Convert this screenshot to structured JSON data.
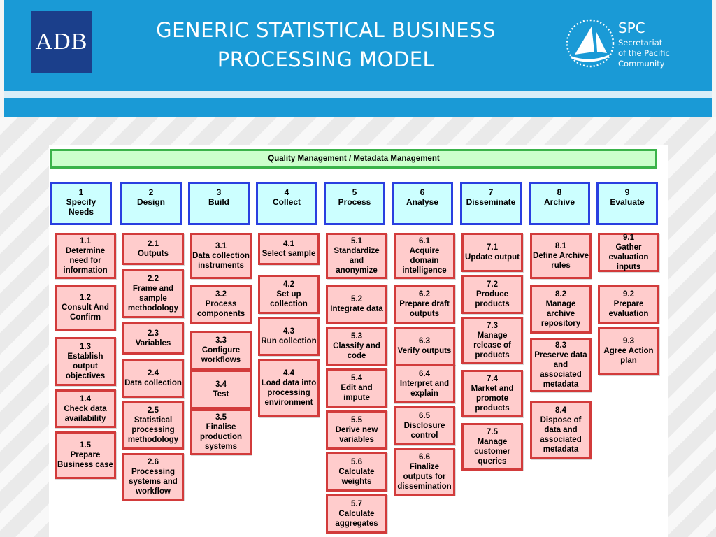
{
  "header": {
    "adb_logo_text": "ADB",
    "title_line1": "GENERIC STATISTICAL BUSINESS",
    "title_line2": "PROCESSING MODEL",
    "spc": {
      "abbr": "SPC",
      "line1": "Secretariat",
      "line2": "of the Pacific",
      "line3": "Community"
    }
  },
  "colors": {
    "header_blue": "#1a9ad6",
    "quality_fill": "#ccffcc",
    "quality_border": "#3bb34a",
    "phase_fill": "#ccffff",
    "phase_border": "#2a3fe0",
    "sub_fill": "#ffcccc",
    "sub_border": "#d23b3b"
  },
  "diagram": {
    "quality_bar": "Quality Management / Metadata Management",
    "phases": [
      {
        "num": "1",
        "name": "Specify Needs"
      },
      {
        "num": "2",
        "name": "Design"
      },
      {
        "num": "3",
        "name": "Build"
      },
      {
        "num": "4",
        "name": "Collect"
      },
      {
        "num": "5",
        "name": "Process"
      },
      {
        "num": "6",
        "name": "Analyse"
      },
      {
        "num": "7",
        "name": "Disseminate"
      },
      {
        "num": "8",
        "name": "Archive"
      },
      {
        "num": "9",
        "name": "Evaluate"
      }
    ],
    "subprocesses": [
      [
        {
          "num": "1.1",
          "name": "Determine need for information"
        },
        {
          "num": "1.2",
          "name": "Consult And Confirm"
        },
        {
          "num": "1.3",
          "name": "Establish output objectives"
        },
        {
          "num": "1.4",
          "name": "Check data availability"
        },
        {
          "num": "1.5",
          "name": "Prepare Business case"
        }
      ],
      [
        {
          "num": "2.1",
          "name": "Outputs"
        },
        {
          "num": "2.2",
          "name": "Frame and sample methodology"
        },
        {
          "num": "2.3",
          "name": "Variables"
        },
        {
          "num": "2.4",
          "name": "Data collection"
        },
        {
          "num": "2.5",
          "name": "Statistical processing methodology"
        },
        {
          "num": "2.6",
          "name": "Processing systems and workflow"
        }
      ],
      [
        {
          "num": "3.1",
          "name": "Data collection instruments"
        },
        {
          "num": "3.2",
          "name": "Process components"
        },
        {
          "num": "3.3",
          "name": "Configure workflows"
        },
        {
          "num": "3.4",
          "name": "Test"
        },
        {
          "num": "3.5",
          "name": "Finalise production systems"
        }
      ],
      [
        {
          "num": "4.1",
          "name": "Select sample"
        },
        {
          "num": "4.2",
          "name": "Set up collection"
        },
        {
          "num": "4.3",
          "name": "Run collection"
        },
        {
          "num": "4.4",
          "name": "Load data into processing environment"
        }
      ],
      [
        {
          "num": "5.1",
          "name": "Standardize and anonymize"
        },
        {
          "num": "5.2",
          "name": "Integrate data"
        },
        {
          "num": "5.3",
          "name": "Classify and code"
        },
        {
          "num": "5.4",
          "name": "Edit and impute"
        },
        {
          "num": "5.5",
          "name": "Derive new variables"
        },
        {
          "num": "5.6",
          "name": "Calculate weights"
        },
        {
          "num": "5.7",
          "name": "Calculate aggregates"
        }
      ],
      [
        {
          "num": "6.1",
          "name": "Acquire domain intelligence"
        },
        {
          "num": "6.2",
          "name": "Prepare draft outputs"
        },
        {
          "num": "6.3",
          "name": "Verify outputs"
        },
        {
          "num": "6.4",
          "name": "Interpret and explain"
        },
        {
          "num": "6.5",
          "name": "Disclosure control"
        },
        {
          "num": "6.6",
          "name": "Finalize outputs for dissemination"
        }
      ],
      [
        {
          "num": "7.1",
          "name": "Update output"
        },
        {
          "num": "7.2",
          "name": "Produce products"
        },
        {
          "num": "7.3",
          "name": "Manage release of products"
        },
        {
          "num": "7.4",
          "name": "Market and promote products"
        },
        {
          "num": "7.5",
          "name": "Manage customer queries"
        }
      ],
      [
        {
          "num": "8.1",
          "name": "Define Archive rules"
        },
        {
          "num": "8.2",
          "name": "Manage archive repository"
        },
        {
          "num": "8.3",
          "name": "Preserve data and associated metadata"
        },
        {
          "num": "8.4",
          "name": "Dispose of data and associated metadata"
        }
      ],
      [
        {
          "num": "9.1",
          "name": "Gather evaluation inputs"
        },
        {
          "num": "9.2",
          "name": "Prepare evaluation"
        },
        {
          "num": "9.3",
          "name": "Agree Action plan"
        }
      ]
    ]
  }
}
